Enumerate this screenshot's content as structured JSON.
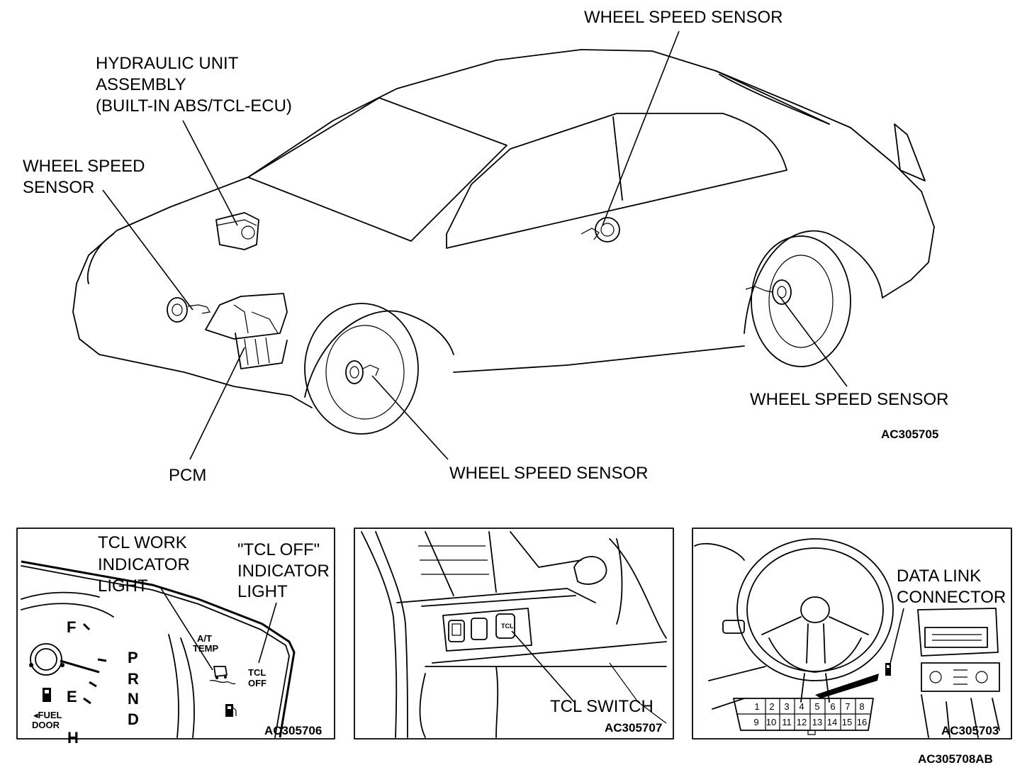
{
  "main_diagram": {
    "labels": {
      "hydraulic_unit_l1": "HYDRAULIC UNIT",
      "hydraulic_unit_l2": "ASSEMBLY",
      "hydraulic_unit_l3": "(BUILT-IN ABS/TCL-ECU)",
      "wss_front_left_l1": "WHEEL SPEED",
      "wss_front_left_l2": "SENSOR",
      "wss_rear_top": "WHEEL SPEED SENSOR",
      "wss_rear_right": "WHEEL SPEED SENSOR",
      "wss_front_bottom": "WHEEL SPEED SENSOR",
      "pcm": "PCM"
    },
    "figure_code": "AC305705"
  },
  "panel_cluster": {
    "labels": {
      "tcl_work_l1": "TCL WORK",
      "tcl_work_l2": "INDICATOR",
      "tcl_work_l3": "LIGHT",
      "tcl_off_l1": "\"TCL OFF\"",
      "tcl_off_l2": "INDICATOR",
      "tcl_off_l3": "LIGHT"
    },
    "gauge_marks": {
      "f": "F",
      "e": "E",
      "fuel_l1": "◂FUEL",
      "fuel_l2": "DOOR",
      "at_l1": "A/T",
      "at_l2": "TEMP",
      "tcl": "TCL",
      "off": "OFF",
      "gear_p": "P",
      "gear_r": "R",
      "gear_n": "N",
      "gear_d": "D",
      "h": "H"
    },
    "figure_code": "AC305706"
  },
  "panel_switch": {
    "labels": {
      "tcl_switch": "TCL SWITCH"
    },
    "switch_mark": "TCL",
    "figure_code": "AC305707"
  },
  "panel_dlc": {
    "labels": {
      "dlc_l1": "DATA LINK",
      "dlc_l2": "CONNECTOR"
    },
    "pins_top": [
      "1",
      "2",
      "3",
      "4",
      "5",
      "6",
      "7",
      "8"
    ],
    "pins_bottom": [
      "9",
      "10",
      "11",
      "12",
      "13",
      "14",
      "15",
      "16"
    ],
    "figure_code": "AC305703"
  },
  "overall_figure_code": "AC305708AB"
}
